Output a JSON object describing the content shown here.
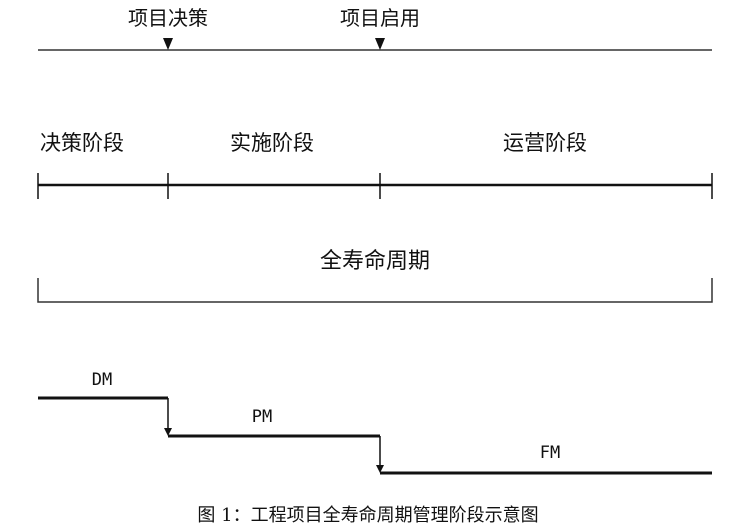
{
  "milestones": {
    "decision": "项目决策",
    "startup": "项目启用"
  },
  "phases": {
    "decision": "决策阶段",
    "implementation": "实施阶段",
    "operation": "运营阶段"
  },
  "lifecycle": {
    "label": "全寿命周期"
  },
  "management": {
    "dm": "DM",
    "pm": "PM",
    "fm": "FM"
  },
  "caption": "图 1：工程项目全寿命周期管理阶段示意图"
}
